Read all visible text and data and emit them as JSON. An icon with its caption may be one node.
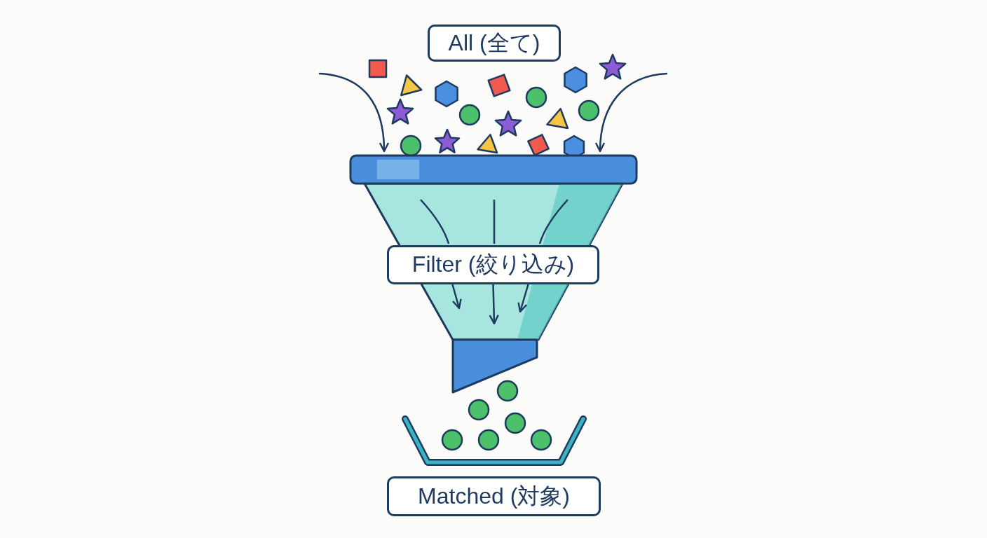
{
  "diagram": {
    "nodes": [
      {
        "text": [
          "All (全て)"
        ]
      },
      {
        "text": [],
        "shape": "funnel"
      },
      {
        "text": [
          "Filter (絞り込み)"
        ],
        "in": 1
      },
      {
        "text": [],
        "shape": "tray"
      },
      {
        "text": [
          "Matched (対象)"
        ]
      }
    ],
    "edges": [
      {
        "from": null,
        "to": 1,
        "arrow": "to"
      },
      {
        "from": null,
        "to": 1,
        "arrow": "to"
      },
      {
        "from": 2,
        "to": 1,
        "arrow": "to"
      },
      {
        "from": 2,
        "to": 1,
        "arrow": "to"
      },
      {
        "from": 2,
        "to": 1,
        "arrow": "to"
      }
    ]
  }
}
